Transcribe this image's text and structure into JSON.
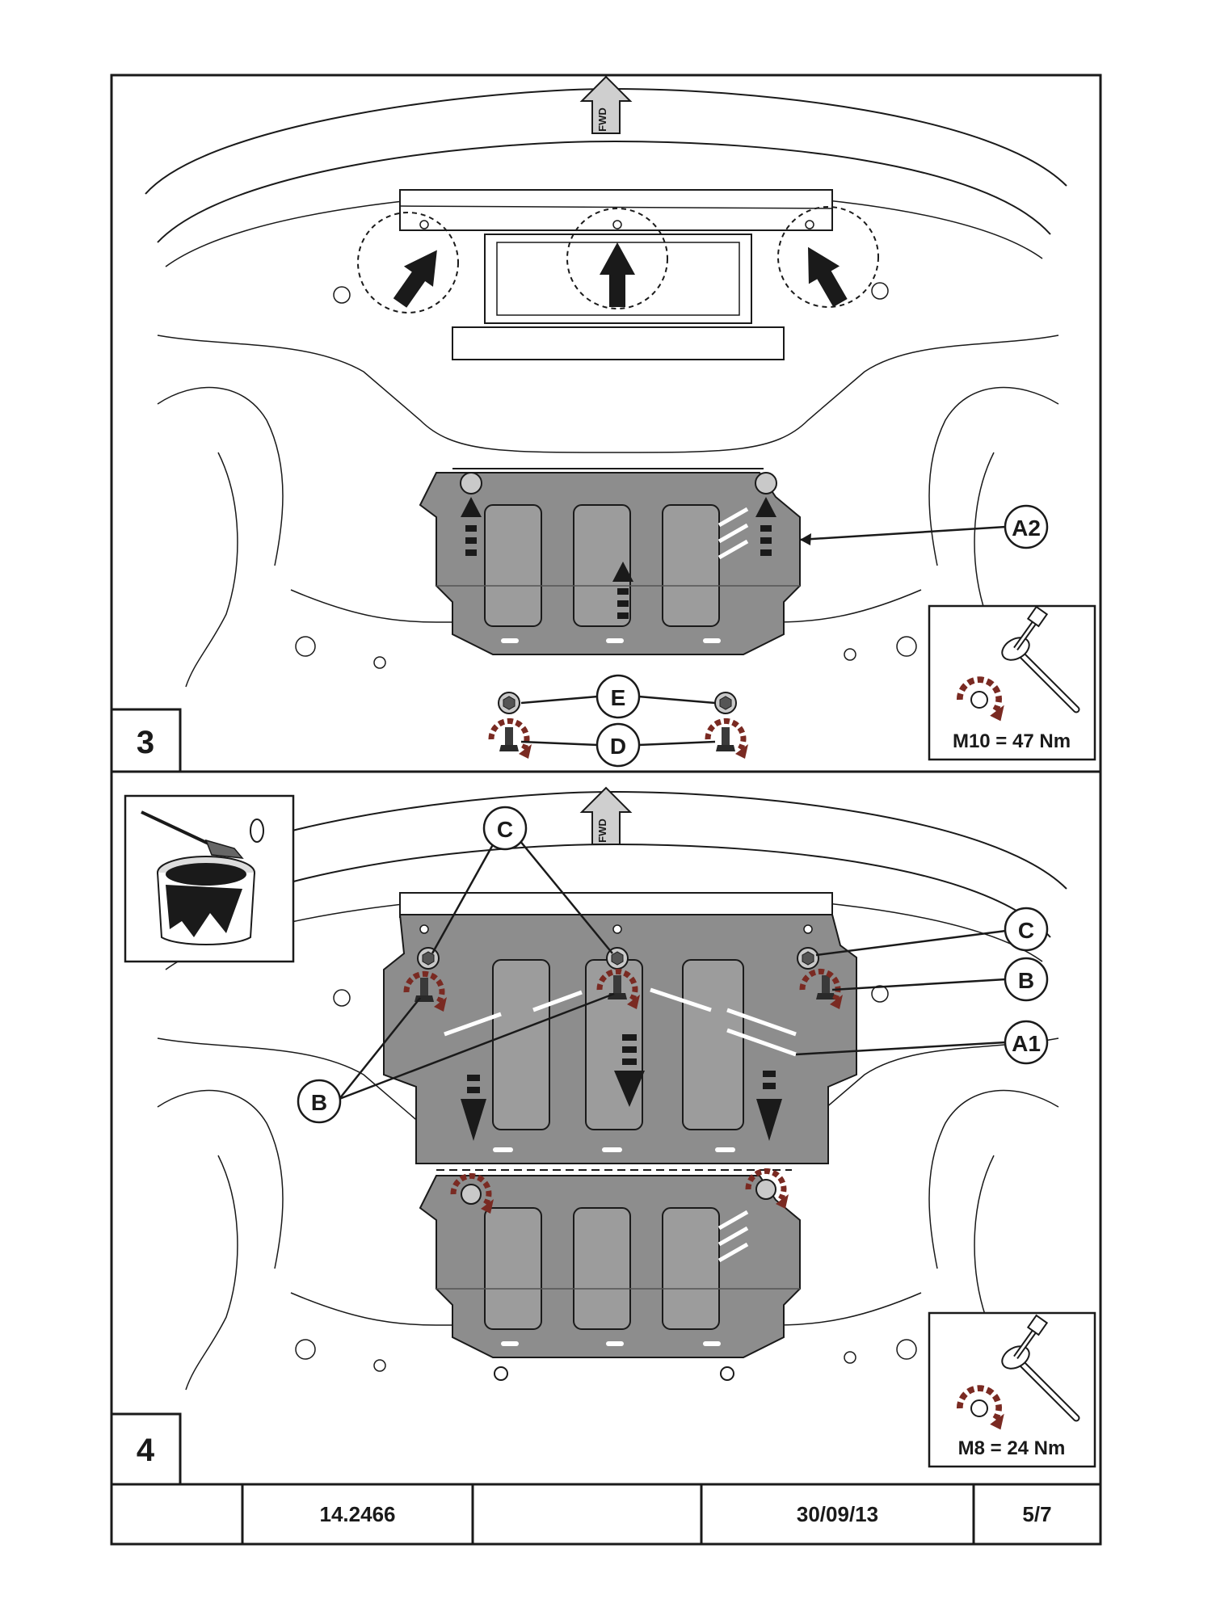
{
  "steps": [
    {
      "number": "3",
      "fwd_label": "FWD",
      "callouts": {
        "a2": "A2",
        "e": "E",
        "d": "D"
      },
      "torque": {
        "spec": "M10 = 47 Nm",
        "icon": "socket-wrench-icon"
      }
    },
    {
      "number": "4",
      "fwd_label": "FWD",
      "callouts": {
        "c_left": "C",
        "c_right": "C",
        "b_right": "B",
        "a1": "A1",
        "b_left": "B"
      },
      "torque": {
        "spec": "M8 = 24 Nm",
        "icon": "socket-wrench-icon"
      },
      "inset_icon": "grease-pot-brush-icon"
    }
  ],
  "footer": {
    "cells": [
      "",
      "14.2466",
      "",
      "30/09/13",
      "5/7"
    ]
  },
  "colors": {
    "line": "#1a1a1a",
    "plate": "#8d8d8d",
    "plate_dark": "#6e6e6e",
    "rotation_arrow": "#7a2a22"
  }
}
